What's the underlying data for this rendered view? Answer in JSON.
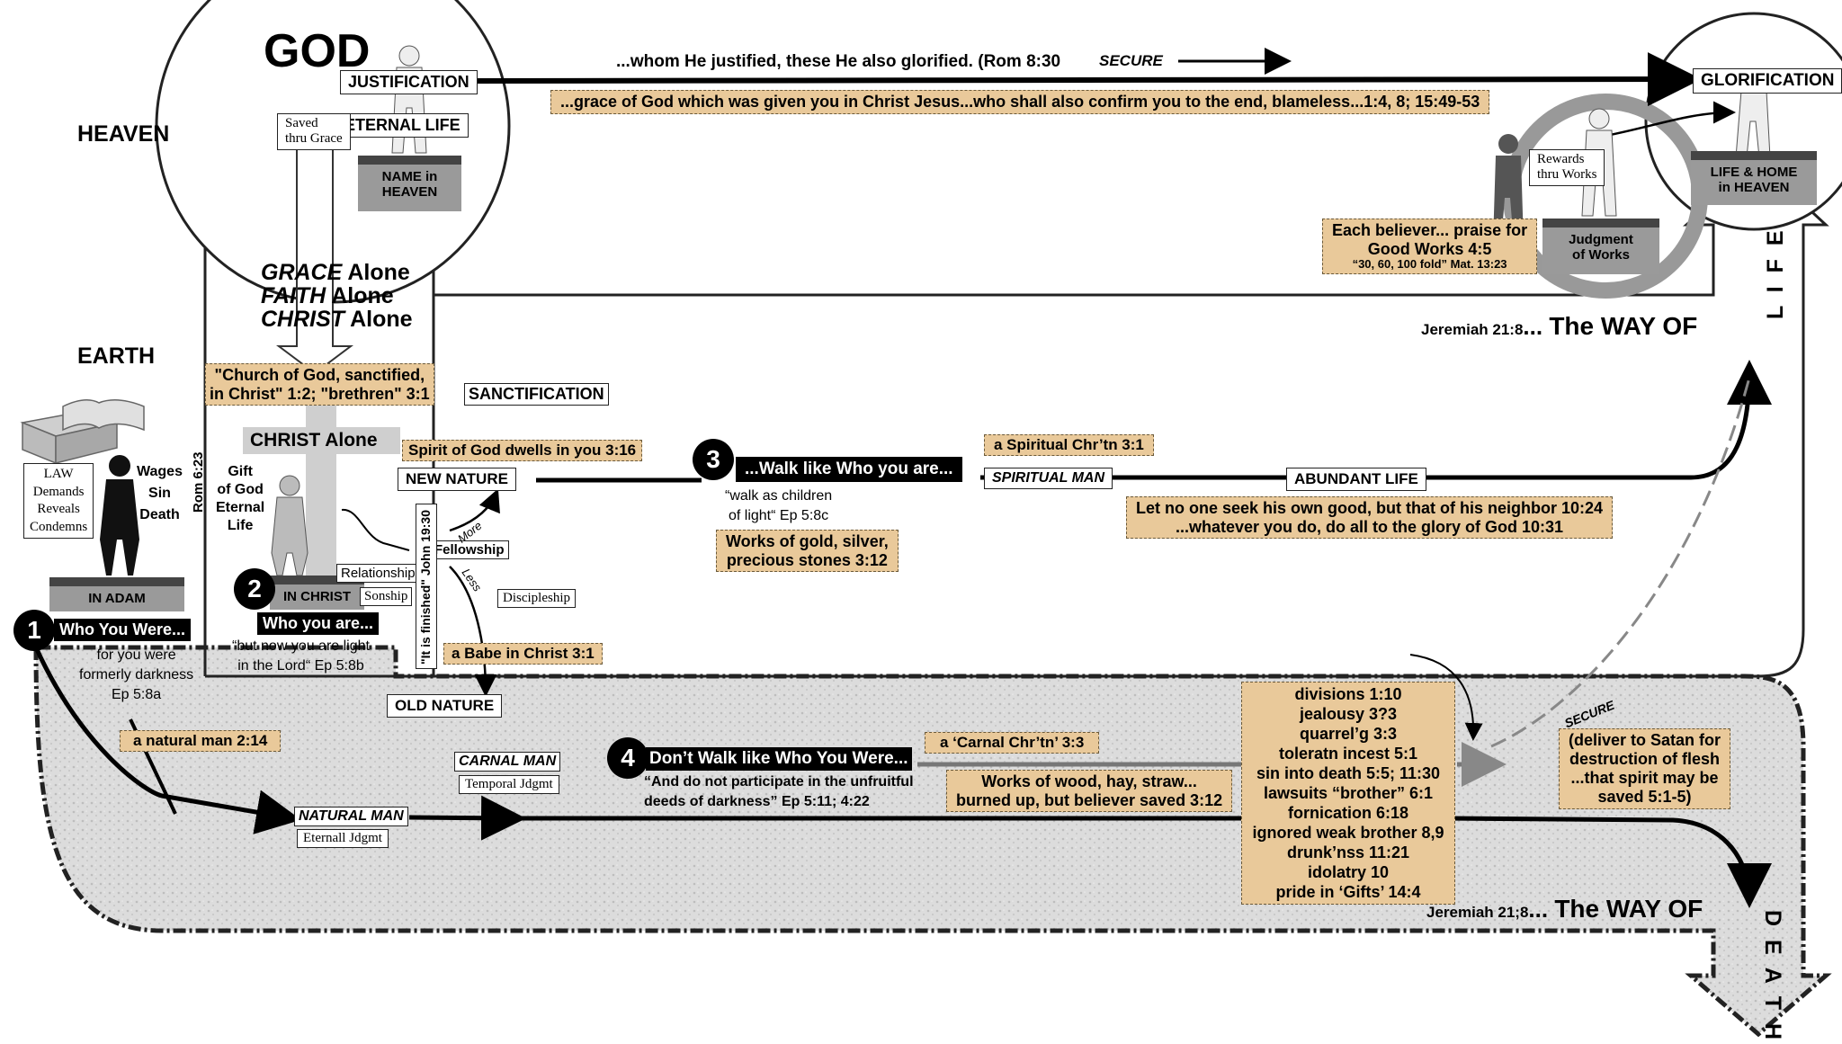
{
  "heading": {
    "god": "GOD",
    "heaven": "HEAVEN",
    "earth": "EARTH"
  },
  "heaven_boxes": {
    "justification": "JUSTIFICATION",
    "eternal_life": "ETERNAL LIFE",
    "saved_thru_grace": [
      "Saved",
      "thru Grace"
    ],
    "name_in_heaven": [
      "NAME in",
      "HEAVEN"
    ],
    "glorification": "GLORIFICATION",
    "life_home_heaven": [
      "LIFE & HOME",
      "in HEAVEN"
    ],
    "rewards_thru_works": [
      "Rewards",
      "thru Works"
    ],
    "judgment_of_works": [
      "Judgment",
      "of Works"
    ]
  },
  "top_quote": "...whom He justified, these He also glorified. (Rom 8:30",
  "secure_top": "SECURE",
  "grace_quote": "...grace of God which was given you in Christ Jesus...who shall also confirm you to the end, blameless...1:4, 8; 15:49-53",
  "each_believer": [
    "Each believer... praise for",
    "Good Works 4:5",
    "“30, 60, 100 fold” Mat. 13:23"
  ],
  "alone_lines": [
    {
      "italic": "GRACE",
      "rest": "Alone"
    },
    {
      "italic": "FAITH",
      "rest": "Alone"
    },
    {
      "italic": "CHRIST",
      "rest": "Alone"
    }
  ],
  "church_of_god": [
    "\"Church of God, sanctified,",
    "in Christ\" 1:2; \"brethren\" 3:1"
  ],
  "christ_alone": "CHRIST  Alone",
  "law_box": [
    "LAW",
    "Demands",
    "Reveals",
    "Condemns"
  ],
  "wages": [
    "Wages",
    "Sin",
    "Death"
  ],
  "rom_623": "Rom 6:23",
  "gift_of_god": [
    "Gift",
    "of God",
    "Eternal",
    "Life"
  ],
  "in_adam": "IN ADAM",
  "in_christ": "IN CHRIST",
  "relationship": "Relationship",
  "sonship": "Sonship",
  "fellowship": "Fellowship",
  "more": "More",
  "less": "Less",
  "it_is_finished": "\"It is finished\" John 19:30",
  "discipleship": "Discipleship",
  "sanctification": "SANCTIFICATION",
  "spirit_dwells": "Spirit of God dwells in you 3:16",
  "new_nature": "NEW NATURE",
  "old_nature": "OLD NATURE",
  "babe_in_christ": "a Babe in Christ  3:1",
  "step1": {
    "num": "1",
    "title": "Who You Were...",
    "text": [
      "for you were",
      "formerly darkness",
      "Ep 5:8a"
    ]
  },
  "step2": {
    "num": "2",
    "title": "Who you are...",
    "text": [
      "“but now you are light",
      "in the Lord“  Ep 5:8b"
    ]
  },
  "step3": {
    "num": "3",
    "title": "...Walk like Who you are...",
    "text": [
      "“walk as children",
      "of light“  Ep 5:8c"
    ]
  },
  "step4": {
    "num": "4",
    "title": "Don’t Walk like Who You Were...",
    "text": [
      "“And do not participate in the unfruitful",
      "deeds of darkness” Ep 5:11; 4:22"
    ]
  },
  "works_gold": [
    "Works of gold, silver,",
    "precious stones 3:12"
  ],
  "spiritual_chrtn": "a Spiritual Chr’tn  3:1",
  "spiritual_man": "SPIRITUAL MAN",
  "abundant_life": "ABUNDANT LIFE",
  "let_no_one": [
    "Let no one seek his own good, but that of his neighbor 10:24",
    "...whatever you do, do all to the glory of God 10:31"
  ],
  "natural_man_214": "a natural man 2:14",
  "carnal_man": "CARNAL MAN",
  "temporal_jdgmt": "Temporal Jdgmt",
  "natural_man": "NATURAL MAN",
  "eternal_jdgmt": "Eternall Jdgmt",
  "carnal_chrtn": "a ‘Carnal Chr’tn’ 3:3",
  "works_wood": [
    "Works of wood, hay, straw...",
    "burned up, but believer saved 3:12"
  ],
  "divisions": [
    "divisions 1:10",
    "jealousy 3?3",
    "quarrel’g 3:3",
    "toleratn incest 5:1",
    "sin into death 5:5; 11:30",
    "lawsuits “brother”  6:1",
    "fornication 6:18",
    "ignored weak brother 8,9",
    "drunk’nss 11:21",
    "idolatry 10",
    "pride in ‘Gifts’ 14:4"
  ],
  "deliver_satan": [
    "(deliver to Satan for",
    "destruction of flesh",
    "...that spirit may be",
    "saved 5:1-5)"
  ],
  "secure_bottom": "SECURE",
  "way_of_life": {
    "ref": "Jeremiah 21:8",
    "text": "The WAY OF",
    "word": "L I F E"
  },
  "way_of_death": {
    "ref": "Jeremiah 21;8",
    "text": "The WAY OF",
    "word": "D E A T H"
  }
}
